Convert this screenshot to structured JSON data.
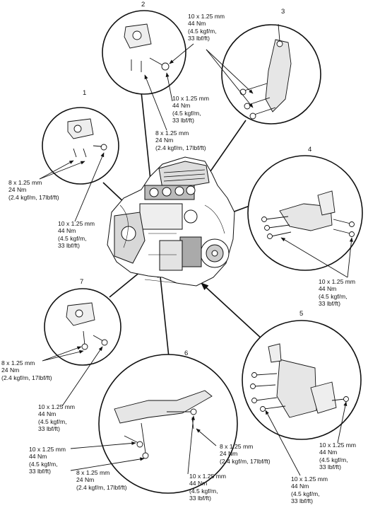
{
  "callouts": [
    {
      "number": "1"
    },
    {
      "number": "2"
    },
    {
      "number": "3"
    },
    {
      "number": "4"
    },
    {
      "number": "5"
    },
    {
      "number": "6"
    },
    {
      "number": "7"
    }
  ],
  "specs": {
    "c2_top": "10 x 1.25 mm\n44 Nm\n(4.5 kgf/m,\n33 lbf/ft)",
    "c2_mid": "10 x 1.25 mm\n44 Nm\n(4.5 kgf/m,\n33 lbf/ft)",
    "c2_low": "8 x 1.25 mm\n24 Nm\n(2.4 kgf/m, 17lbf/ft)",
    "c1_small": "8 x 1.25 mm\n24 Nm\n(2.4 kgf/m, 17lbf/ft)",
    "c1_large": "10 x 1.25 mm\n44 Nm\n(4.5 kgf/m,\n33 lbf/ft)",
    "c4": "10 x 1.25 mm\n44 Nm\n(4.5 kgf/m,\n33 lbf/ft)",
    "c7_small": "8 x 1.25 mm\n24 Nm\n(2.4 kgf/m, 17lbf/ft)",
    "c7_large": "10 x 1.25 mm\n44 Nm\n(4.5 kgf/m,\n33 lbf/ft)",
    "c6_left": "10 x 1.25 mm\n44 Nm\n(4.5 kgf/m,\n33 lbf/ft)",
    "c6_bottom_left": "8 x 1.25 mm\n24 Nm\n(2.4 kgf/m, 17lbf/ft)",
    "c6_right": "8 x 1.25 mm\n24 Nm\n(2.4 kgf/m, 17lbf/ft)",
    "c6_bottom": "10 x 1.25 mm\n44 Nm\n(4.5 kgf/m,\n33 lbf/ft)",
    "c5_right": "10 x 1.25 mm\n44 Nm\n(4.5 kgf/m,\n33 lbf/ft)",
    "c5_bottom": "10 x 1.25 mm\n44 Nm\n(4.5 kgf/m,\n33 lbf/ft)"
  }
}
